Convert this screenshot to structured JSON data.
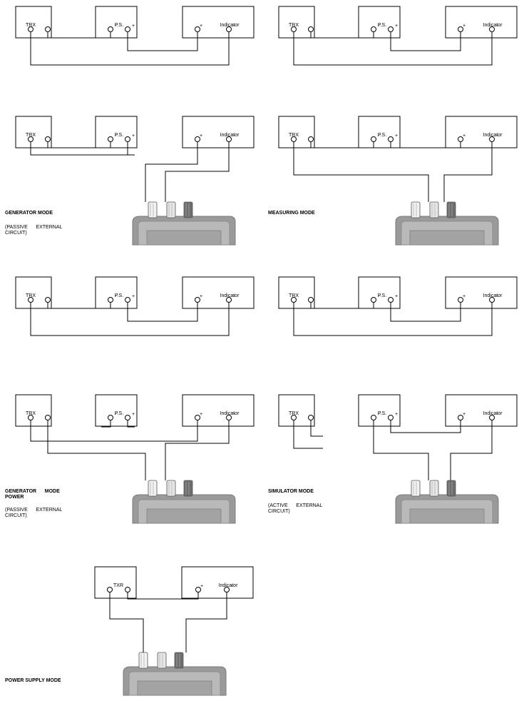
{
  "panels": [
    {
      "boxes": [
        "TRX",
        "P.S.",
        "Indicator"
      ],
      "config": "loop",
      "mode": "",
      "note": ""
    },
    {
      "boxes": [
        "TRX",
        "P.S.",
        "Indicator"
      ],
      "config": "loop",
      "mode": "",
      "note": ""
    },
    {
      "boxes": [
        "TRX",
        "P.S.",
        "Indicator"
      ],
      "config": "generator",
      "mode": "GENERATOR MODE",
      "note": "(PASSIVE      EXTERNAL\nCIRCUIT)"
    },
    {
      "boxes": [
        "TRX",
        "P.S.",
        "Indicator"
      ],
      "config": "measuring",
      "mode": "MEASURING MODE",
      "note": ""
    },
    {
      "boxes": [
        "TRX",
        "P.S.",
        "Indicator"
      ],
      "config": "loop",
      "mode": "",
      "note": ""
    },
    {
      "boxes": [
        "TRX",
        "P.S.",
        "Indicator"
      ],
      "config": "loop",
      "mode": "",
      "note": ""
    },
    {
      "boxes": [
        "TRX",
        "P.S.",
        "Indicator"
      ],
      "config": "generator-power",
      "mode": "GENERATOR      MODE\nPOWER",
      "note": "(PASSIVE      EXTERNAL\nCIRCUIT)"
    },
    {
      "boxes": [
        "TRX",
        "P.S.",
        "Indicator"
      ],
      "config": "simulator",
      "mode": "SIMULATOR MODE",
      "note": "(ACTIVE      EXTERNAL\nCIRCUIT)"
    },
    {
      "boxes": [
        "TXR",
        "Indicator"
      ],
      "config": "power-supply",
      "mode": "POWER SUPPLY MODE",
      "note": ""
    }
  ],
  "terminal_signs": {
    "minus": "-",
    "plus": "+"
  }
}
